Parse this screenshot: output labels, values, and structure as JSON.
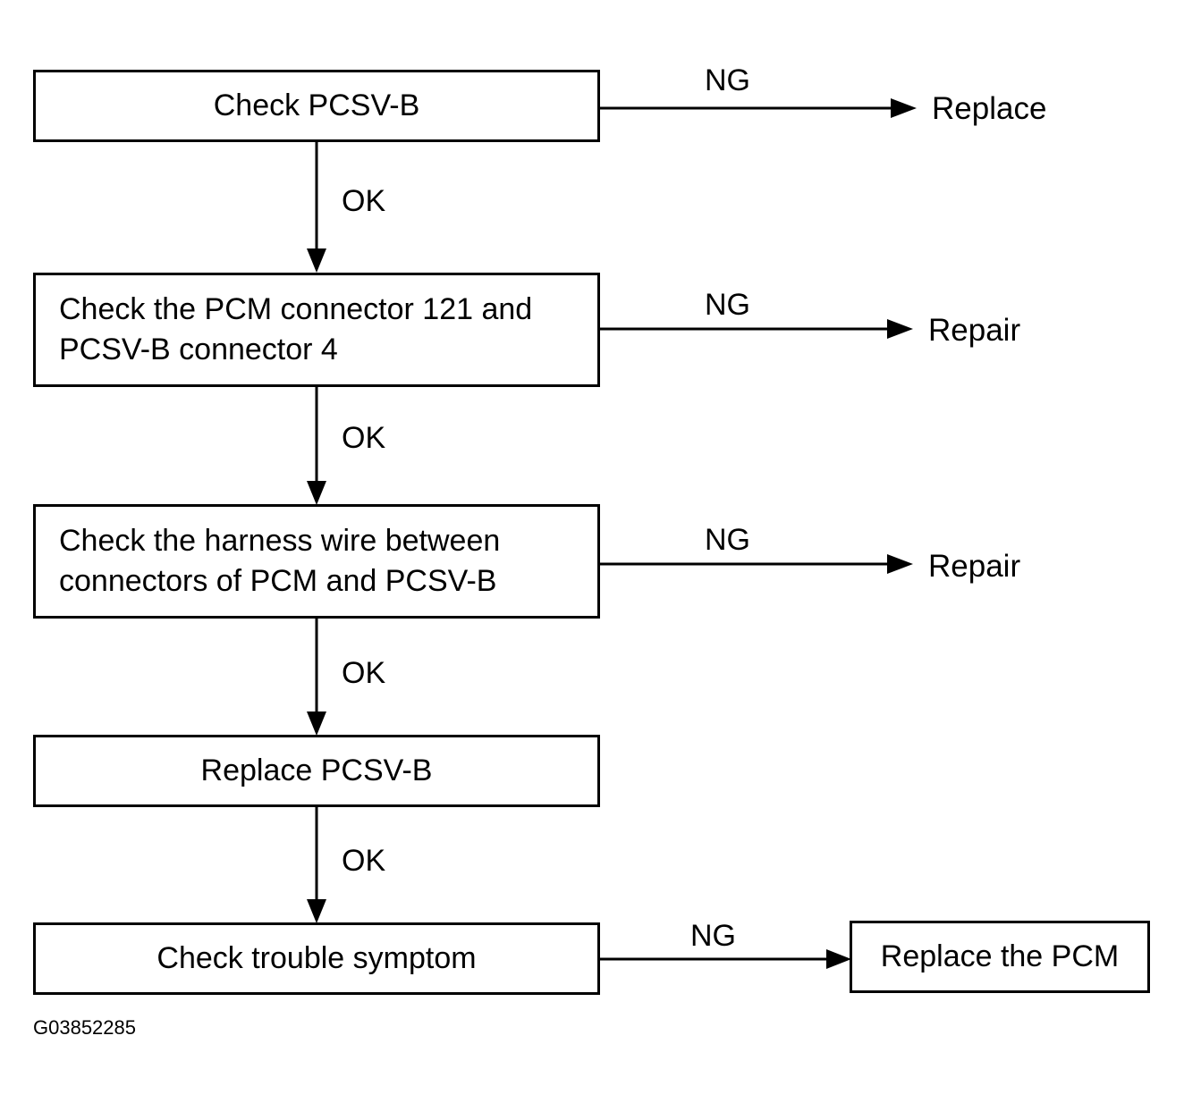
{
  "steps": [
    {
      "lines": [
        "Check PCSV-B"
      ],
      "ng_label": "NG",
      "ng_result": "Replace",
      "ok_label": "OK"
    },
    {
      "lines": [
        "Check the PCM connector 121 and",
        "PCSV-B connector 4"
      ],
      "ng_label": "NG",
      "ng_result": "Repair",
      "ok_label": "OK"
    },
    {
      "lines": [
        "Check the harness wire between",
        "connectors of PCM and PCSV-B"
      ],
      "ng_label": "NG",
      "ng_result": "Repair",
      "ok_label": "OK"
    },
    {
      "lines": [
        "Replace PCSV-B"
      ],
      "ok_label": "OK"
    },
    {
      "lines": [
        "Check trouble symptom"
      ],
      "ng_label": "NG",
      "ng_result": "Replace the PCM"
    }
  ],
  "figure_code": "G03852285"
}
